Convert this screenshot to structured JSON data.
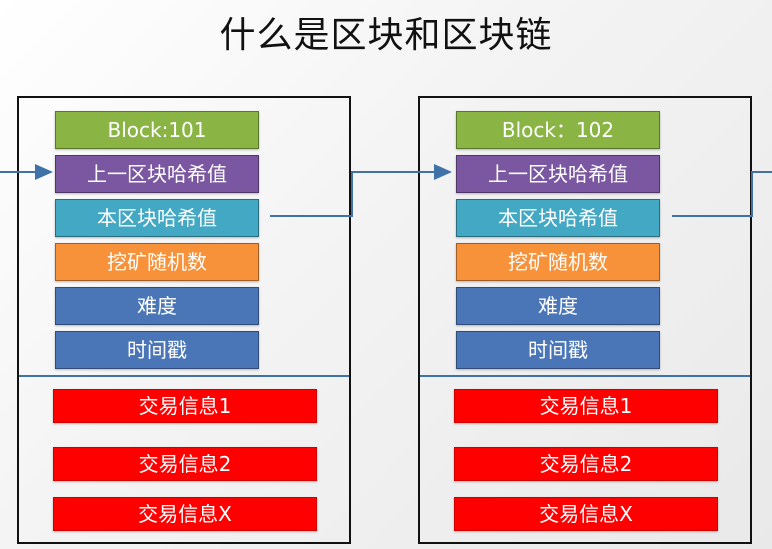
{
  "title": "什么是区块和区块链",
  "blocks": [
    {
      "header": "Block:101",
      "fields": [
        "上一区块哈希值",
        "本区块哈希值",
        "挖矿随机数",
        "难度",
        "时间戳"
      ],
      "transactions": [
        "交易信息1",
        "交易信息2",
        "交易信息X"
      ]
    },
    {
      "header": "Block：102",
      "fields": [
        "上一区块哈希值",
        "本区块哈希值",
        "挖矿随机数",
        "难度",
        "时间戳"
      ],
      "transactions": [
        "交易信息1",
        "交易信息2",
        "交易信息X"
      ]
    }
  ],
  "colors": {
    "header": "#8ab545",
    "prev_hash": "#7a57a0",
    "this_hash": "#42a8c4",
    "nonce": "#f7923a",
    "difficulty": "#4a76b8",
    "timestamp": "#4a76b8",
    "transaction": "#ff0000",
    "connector": "#3f72a8"
  }
}
